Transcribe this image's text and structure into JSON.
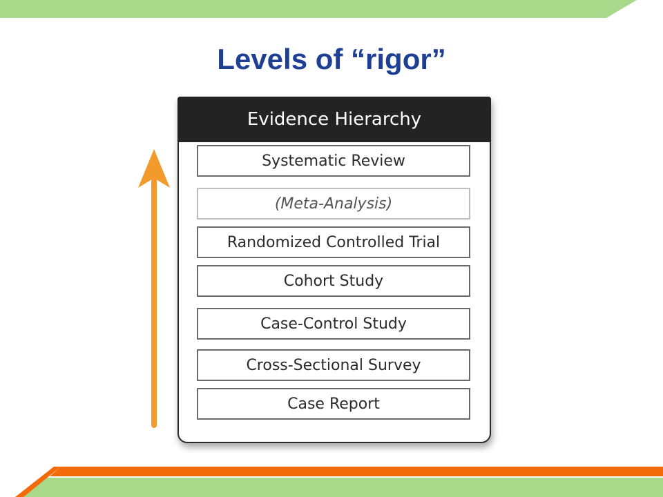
{
  "slide": {
    "title": "Levels of “rigor”",
    "colors": {
      "title": "#1f3f95",
      "accent_green": "#a8d98a",
      "accent_orange": "#f26a0a",
      "arrow": "#f39a2c"
    }
  },
  "hierarchy": {
    "header": "Evidence Hierarchy",
    "levels": [
      {
        "label": "Systematic Review"
      },
      {
        "label": "(Meta-Analysis)"
      },
      {
        "label": "Randomized Controlled Trial"
      },
      {
        "label": "Cohort Study"
      },
      {
        "label": "Case-Control Study"
      },
      {
        "label": "Cross-Sectional Survey"
      },
      {
        "label": "Case Report"
      }
    ],
    "arrow_icon": "up-arrow-icon"
  }
}
